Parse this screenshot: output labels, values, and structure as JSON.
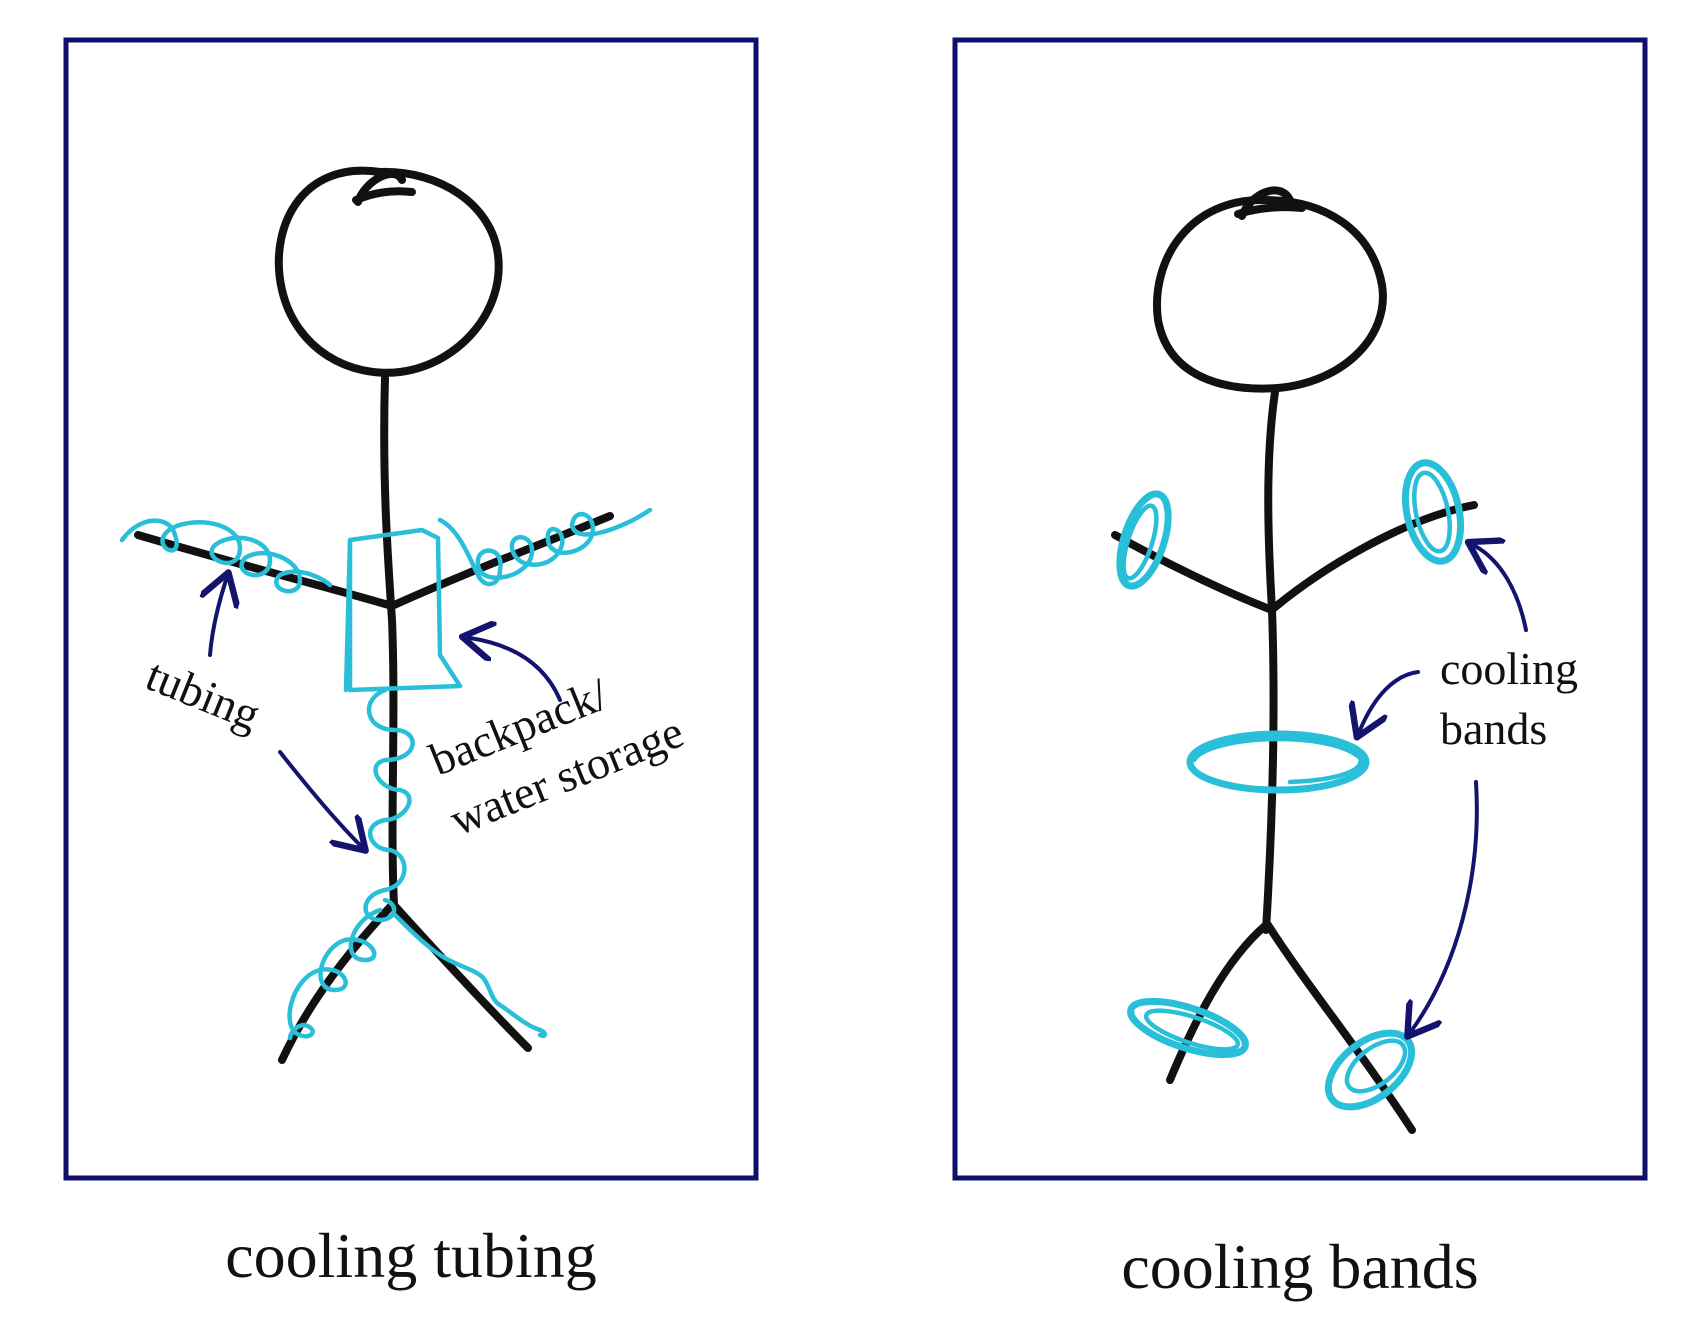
{
  "colors": {
    "frame": "#0f0f6e",
    "body": "#111111",
    "cooling": "#29bfd9",
    "arrow": "#14146e"
  },
  "panels": [
    {
      "caption": "cooling tubing",
      "labels": {
        "tubing": "tubing",
        "backpack_line1": "backpack/",
        "backpack_line2": "water storage"
      }
    },
    {
      "caption": "cooling bands",
      "labels": {
        "bands_line1": "cooling",
        "bands_line2": "bands"
      }
    }
  ]
}
